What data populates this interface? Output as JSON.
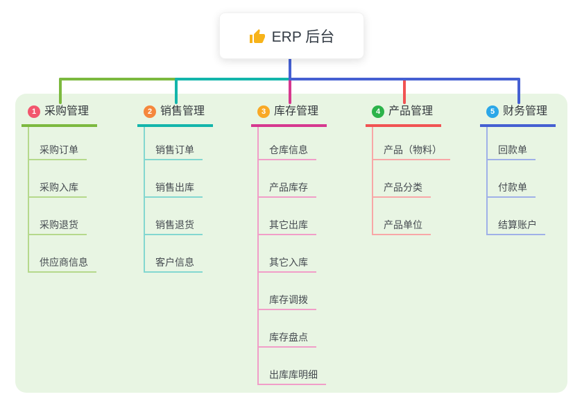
{
  "root": {
    "title": "ERP 后台",
    "icon": "thumbs-up-icon"
  },
  "colors": {
    "canvas_bg": "#ffffff",
    "panel_bg": "#e8f5e3",
    "root_connector": "#4560d2",
    "title_text": "#333b44",
    "thumb_gold": "#f7b319"
  },
  "branches": [
    {
      "number": "1",
      "label": "采购管理",
      "badge_color": "#f2566d",
      "line_color": "#7cb93f",
      "child_line_color": "#b5d98b",
      "children": [
        "采购订单",
        "采购入库",
        "采购退货",
        "供应商信息"
      ]
    },
    {
      "number": "2",
      "label": "销售管理",
      "badge_color": "#f5873d",
      "line_color": "#13b5ab",
      "child_line_color": "#82d7d0",
      "children": [
        "销售订单",
        "销售出库",
        "销售退货",
        "客户信息"
      ]
    },
    {
      "number": "3",
      "label": "库存管理",
      "badge_color": "#f9a825",
      "line_color": "#d6388f",
      "child_line_color": "#f19dc8",
      "children": [
        "仓库信息",
        "产品库存",
        "其它出库",
        "其它入库",
        "库存调拨",
        "库存盘点",
        "出库库明细"
      ]
    },
    {
      "number": "4",
      "label": "产品管理",
      "badge_color": "#2cb34a",
      "line_color": "#f15353",
      "child_line_color": "#f8a7a7",
      "children": [
        "产品（物料）",
        "产品分类",
        "产品单位"
      ]
    },
    {
      "number": "5",
      "label": "财务管理",
      "badge_color": "#2ba7e8",
      "line_color": "#4560d2",
      "child_line_color": "#9fb0e8",
      "children": [
        "回款单",
        "付款单",
        "结算账户"
      ]
    }
  ]
}
